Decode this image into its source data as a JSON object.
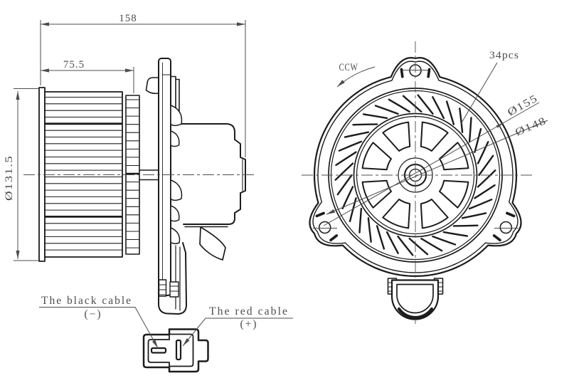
{
  "side_view": {
    "total_length": "158",
    "cage_length": "75.5",
    "cage_diameter": "Ø131.5"
  },
  "front_view": {
    "rotation": "CCW",
    "blade_count_label": "34pcs",
    "outer_diameter": "Ø155",
    "inner_diameter": "Ø148",
    "blade_count": 34,
    "spoke_openings": 8,
    "mount_tabs": 3
  },
  "connector": {
    "negative_label": "The black cable",
    "negative_polarity": "(−)",
    "positive_label": "The red cable",
    "positive_polarity": "(+)"
  },
  "colors": {
    "background": "#ffffff",
    "line": "#1c1c1c",
    "dimension": "#4d4d4d"
  }
}
